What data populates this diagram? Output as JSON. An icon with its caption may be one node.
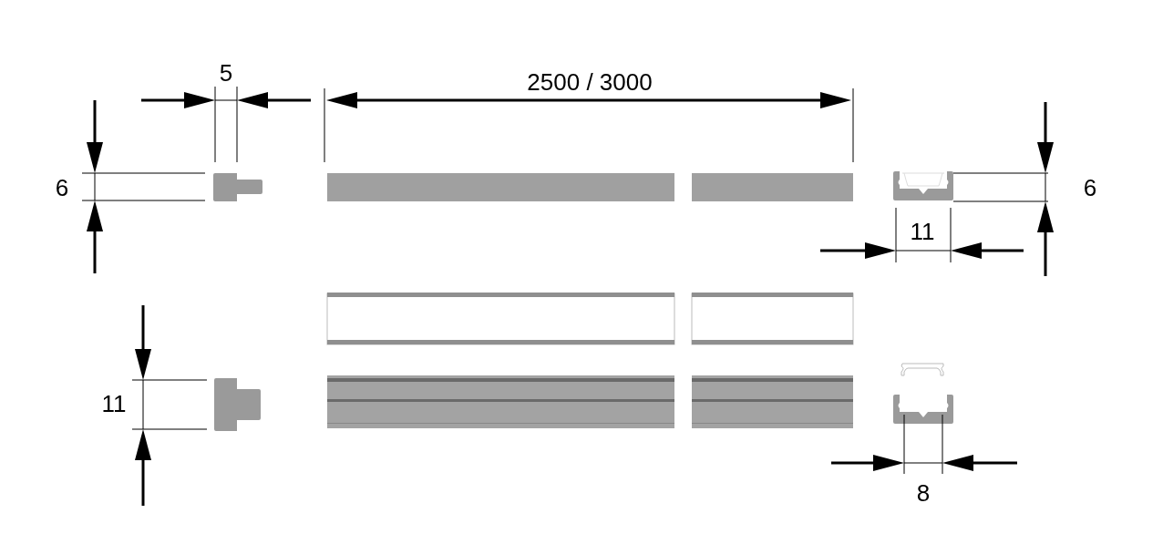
{
  "diagram": {
    "labels": [
      "5",
      "2500 / 3000",
      "6",
      "6",
      "11",
      "11",
      "8"
    ]
  }
}
